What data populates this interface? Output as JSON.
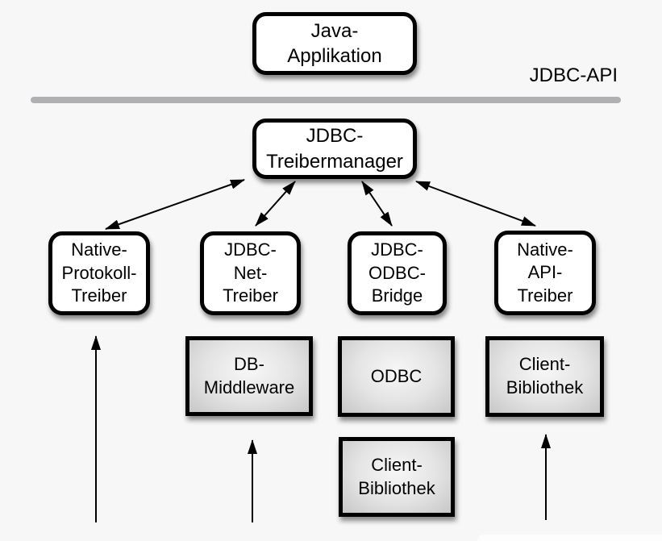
{
  "api_label": "JDBC-API",
  "nodes": {
    "java_app": {
      "label": "Java-\nApplikation"
    },
    "treibermanager": {
      "label": "JDBC-\nTreibermanager"
    },
    "native_protokoll": {
      "label": "Native-\nProtokoll-\nTreiber"
    },
    "jdbc_net": {
      "label": "JDBC-\nNet-\nTreiber"
    },
    "jdbc_odbc": {
      "label": "JDBC-\nODBC-\nBridge"
    },
    "native_api": {
      "label": "Native-\nAPI-\nTreiber"
    },
    "db_middleware": {
      "label": "DB-\nMiddleware"
    },
    "odbc": {
      "label": "ODBC"
    },
    "client_bibliothek_mid": {
      "label": "Client-\nBibliothek"
    },
    "client_bibliothek_right": {
      "label": "Client-\nBibliothek"
    }
  },
  "edges": [
    {
      "from": "treibermanager",
      "to": "native_protokoll",
      "type": "bidirectional"
    },
    {
      "from": "treibermanager",
      "to": "jdbc_net",
      "type": "bidirectional"
    },
    {
      "from": "treibermanager",
      "to": "jdbc_odbc",
      "type": "bidirectional"
    },
    {
      "from": "treibermanager",
      "to": "native_api",
      "type": "bidirectional"
    },
    {
      "from": "below",
      "to": "native_protokoll",
      "type": "arrow-up"
    },
    {
      "from": "below",
      "to": "db_middleware",
      "type": "arrow-up"
    },
    {
      "from": "below",
      "to": "client_bibliothek_right",
      "type": "arrow-up"
    }
  ],
  "colors": {
    "background": "#f7f7f7",
    "box_fill": "#ffffff",
    "box_border": "#000000",
    "gray_box_center": "#f7f7f7",
    "gray_box_edge": "#c7c7c7",
    "divider": "#b0b0b2"
  }
}
